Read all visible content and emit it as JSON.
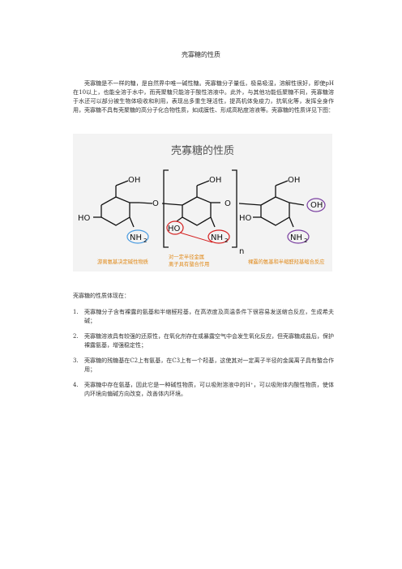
{
  "doc": {
    "title": "壳寡糖的性质",
    "intro": "壳寡糖是不一样的糖，是自然界中唯一碱性糖。壳寡糖分子量低，极易吸湿，溶解性很好，即使pH在10以上，也能全溶于水中，而壳聚糖只能溶于酸性溶液中。此外，与其他功能低聚糖不同，壳寡糖溶于水还可以部分被生物体吸收和利用，表现出多重生理活性，提高机体免疫力，抗氧化等，发挥全身作用，壳寡糖不具有壳聚糖的高分子化合物性质，如成膜性、形成高粘度溶液等。壳寡糖的性质详见下图：",
    "subheading": "壳寡糖的性质体现在：",
    "items": [
      {
        "num": "1.",
        "text": "壳寡糖分子含有裸露的氨基和半缩醛羟基，在高浓度及高温条件下很容易发送缩合反应，生成希夫碱；"
      },
      {
        "num": "2.",
        "text": "壳寡糖溶液具有较强的还原性，在氧化剂存在或暴露空气中会发生氧化反应，但壳寡糖成盐后，保护裸露氨基，增强稳定性；"
      },
      {
        "num": "3.",
        "text": "壳寡糖的残糖基在C2上有氨基，在C3上有一个羟基，这使其对一定离子半径的金属离子具有螯合作用；"
      },
      {
        "num": "4.",
        "text": "壳寡糖中存在氨基，因此它是一种碱性物质，可以吸附溶液中的H⁺，可以吸附体内酸性物质，使体内环境向偏碱方向改变，改善体内环境。"
      }
    ]
  },
  "figure": {
    "title": "壳寡糖的性质",
    "labels": {
      "oh": "OH",
      "ho": "HO",
      "o": "O",
      "nh2": "NH",
      "sub2": "2",
      "n": "n"
    },
    "captions": {
      "left": "游离氨基决定碱性物质",
      "middle_line1": "对一定半径金属",
      "middle_line2": "离子具有螯合作用",
      "right": "裸露的氨基和半缩醛羟基缩合反应"
    },
    "colors": {
      "blue": "#4a9be0",
      "red": "#d42020",
      "purple": "#7a3fa0",
      "orange": "#e08a1a",
      "bond": "#111111"
    }
  }
}
